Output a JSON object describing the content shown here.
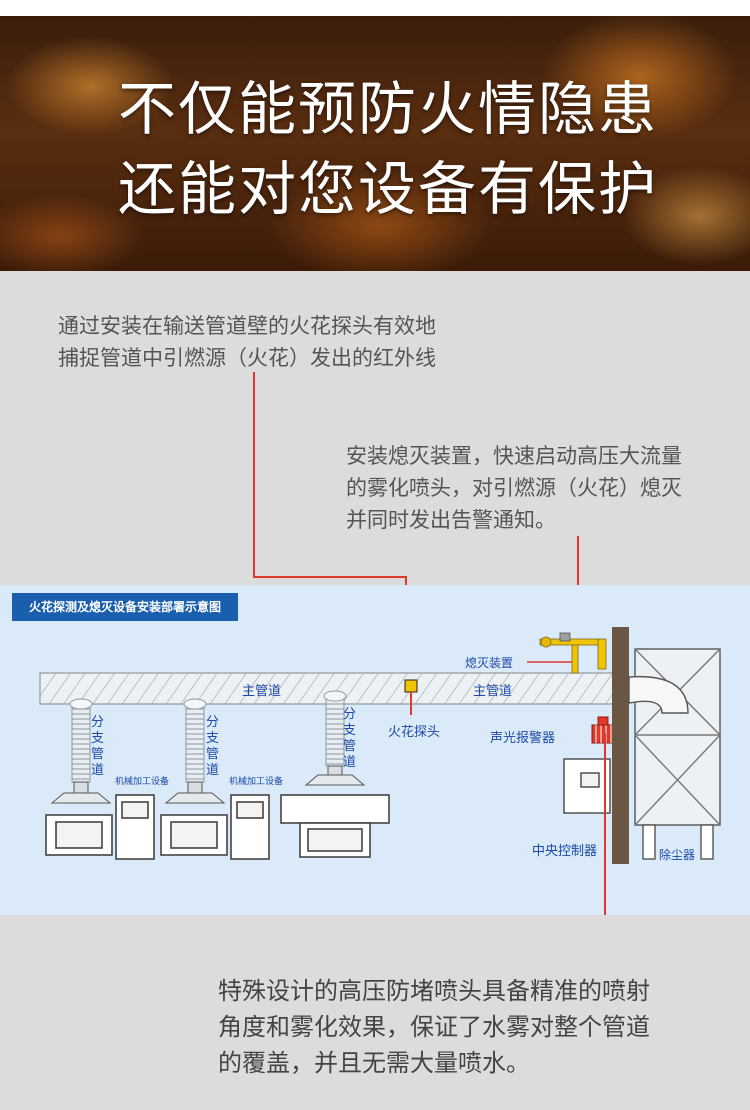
{
  "hero": {
    "line1": "不仅能预防火情隐患",
    "line2": "还能对您设备有保护"
  },
  "callouts": {
    "detector": [
      "通过安装在输送管道壁的火花探头有效地",
      "捕捉管道中引燃源（火花）发出的红外线"
    ],
    "extinguisher": [
      "安装熄灭装置，快速启动高压大流量",
      "的雾化喷头，对引燃源（火花）熄灭",
      "并同时发出告警通知。"
    ],
    "nozzle": [
      "特殊设计的高压防堵喷头具备精准的喷射",
      "角度和雾化效果，保证了水雾对整个管道",
      "的覆盖，并且无需大量喷水。"
    ]
  },
  "diagram": {
    "title": "火花探测及熄灭设备安装部署示意图",
    "labels": {
      "main_pipe_1": "主管道",
      "main_pipe_2": "主管道",
      "branch_pipe": [
        "分",
        "支",
        "管",
        "道"
      ],
      "machine_1": "机械加工设备",
      "machine_2": "机械加工设备",
      "spark_detector": "火花探头",
      "extinguish_device": "熄灭装置",
      "alarm": "声光报警器",
      "controller": "中央控制器",
      "dust_collector": "除尘器"
    },
    "colors": {
      "label_blue": "#1e4aa8",
      "title_bg": "#1a5fae",
      "leader_red": "#e0392b",
      "panel_bg": "#daeaf9",
      "wall_brown": "#6b5644"
    }
  }
}
